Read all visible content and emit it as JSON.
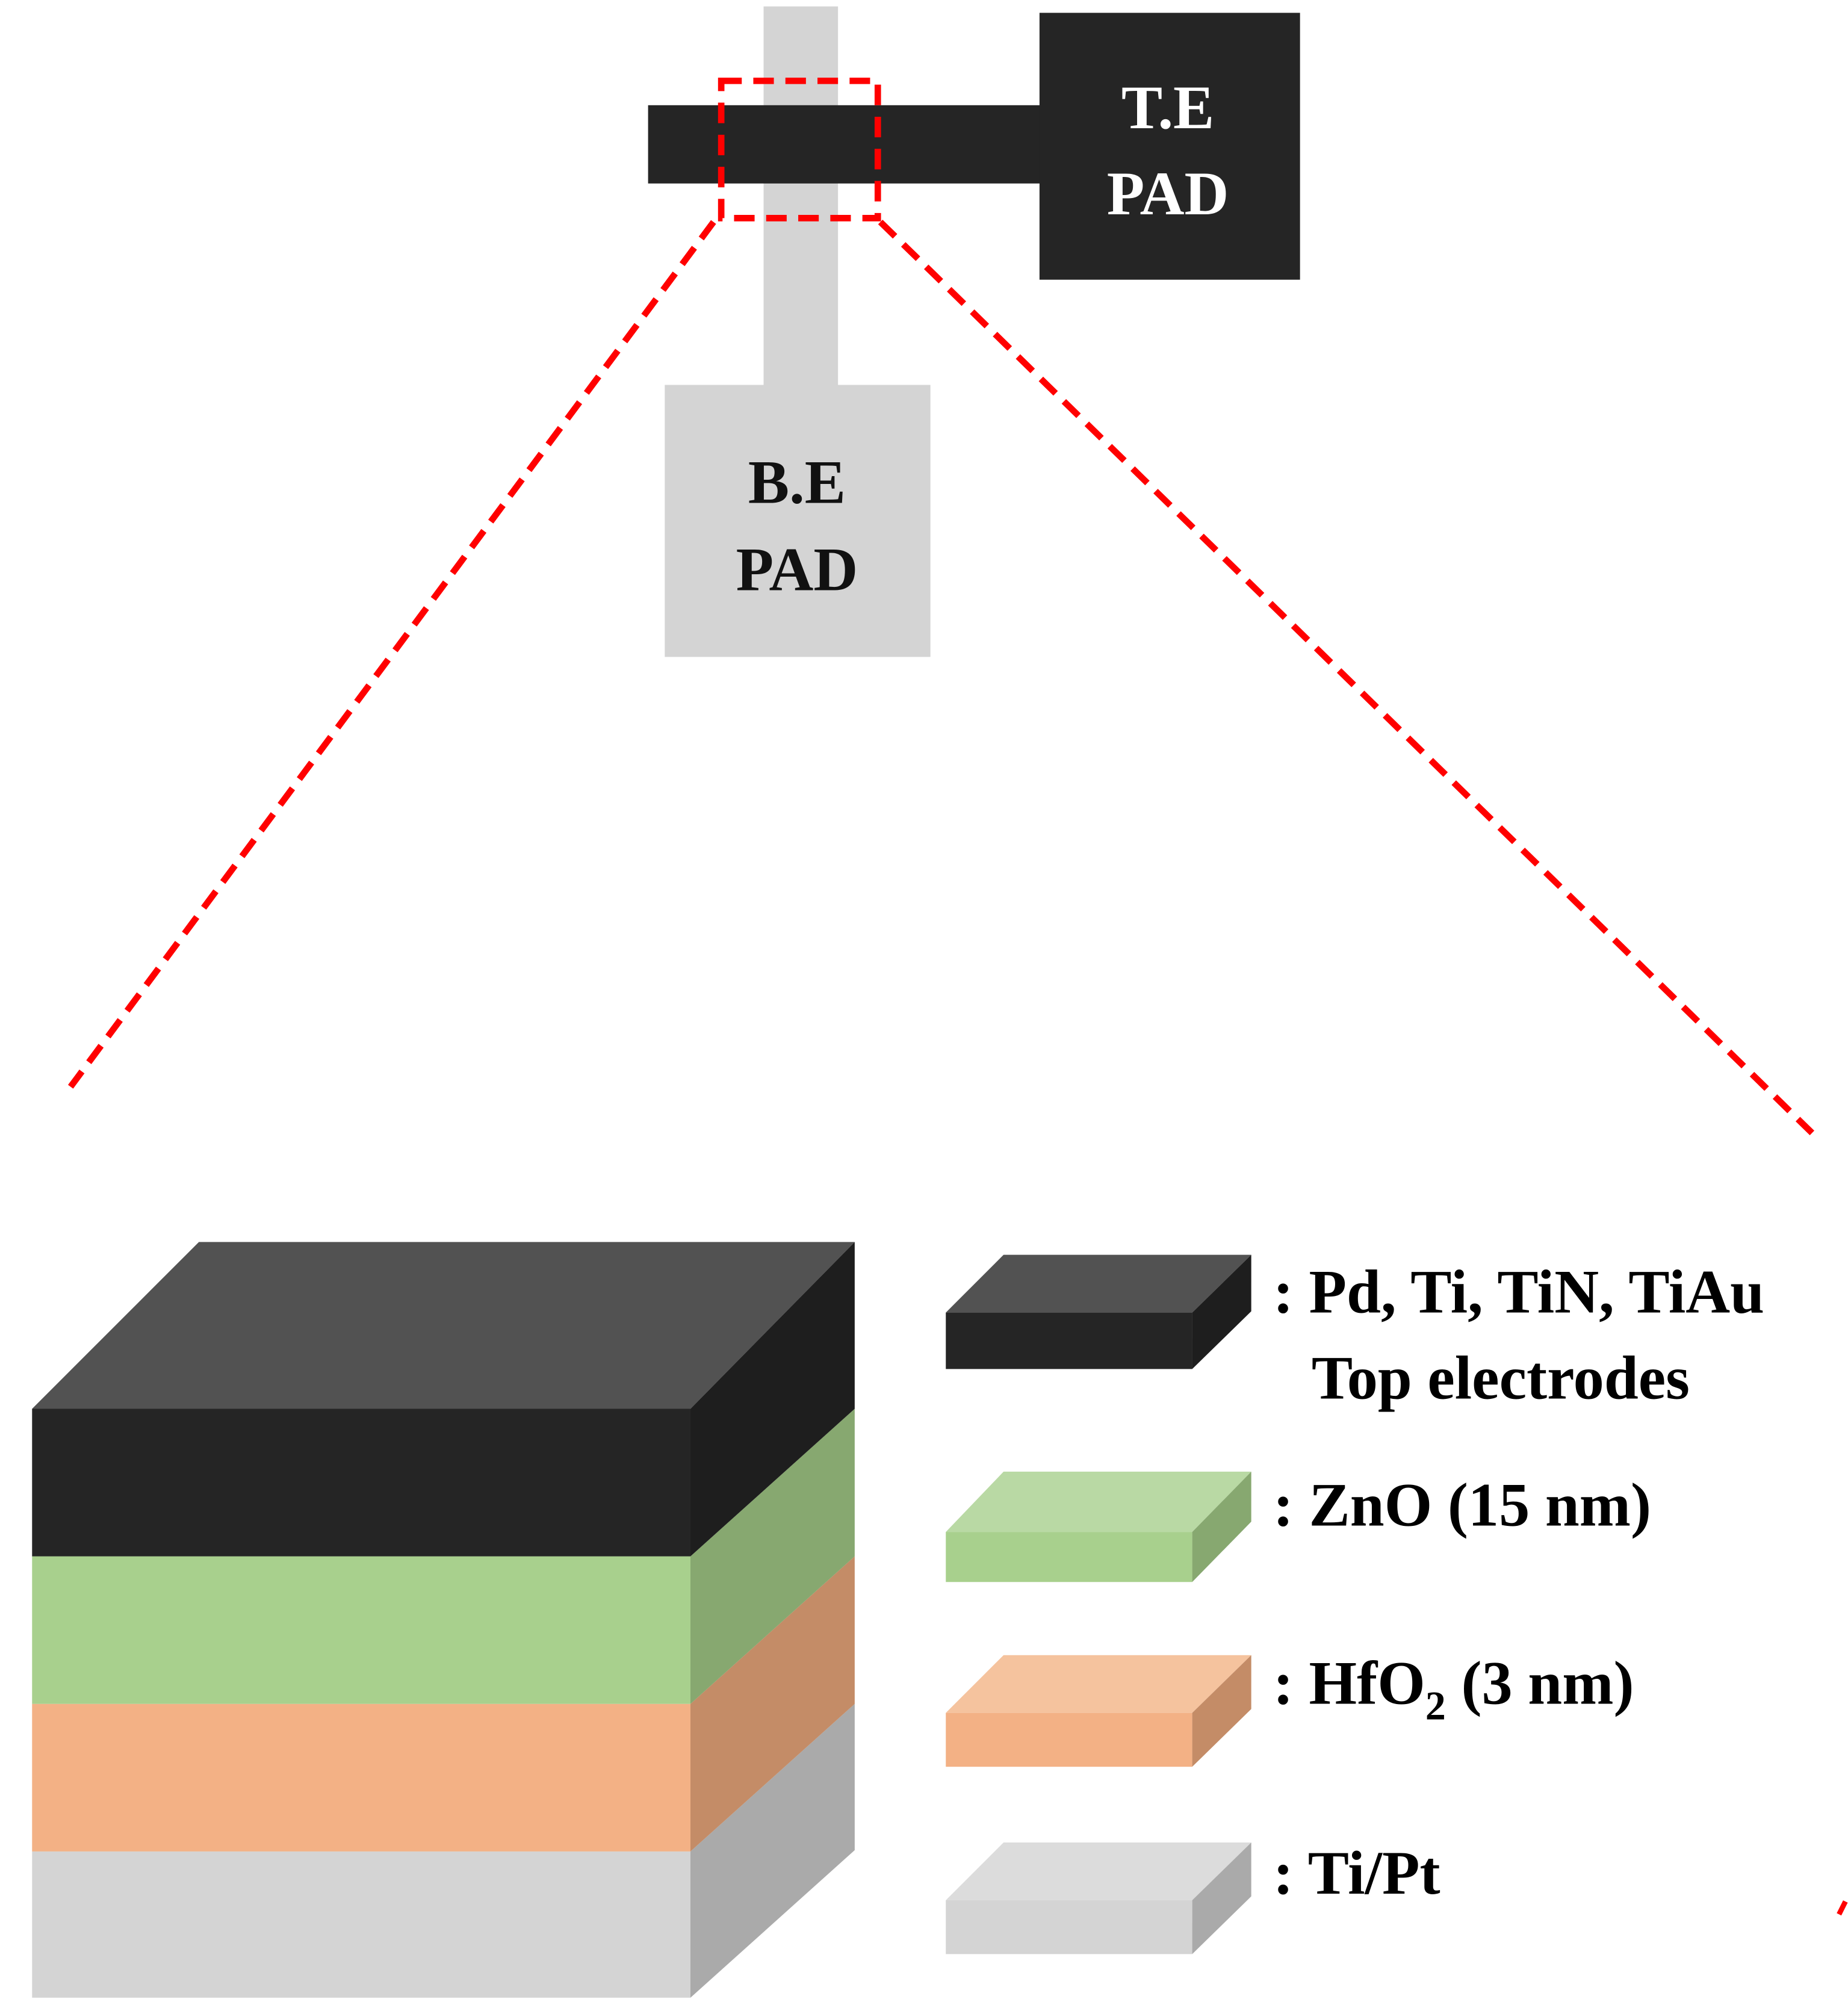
{
  "device_top_view": {
    "top_electrode_pad": {
      "line1": "T.E",
      "line2": "PAD"
    },
    "bottom_electrode_pad": {
      "line1": "B.E",
      "line2": "PAD"
    }
  },
  "colors": {
    "top_electrode": "#252525",
    "top_electrode_top": "#525252",
    "top_electrode_side": "#1e1e1e",
    "zno": "#a8d08d",
    "zno_top": "#b9d9a4",
    "zno_side": "#87a870",
    "hfo2": "#f3b185",
    "hfo2_top": "#f5c39e",
    "hfo2_side": "#c48c67",
    "tipt": "#d4d4d4",
    "tipt_top": "#dcdcdc",
    "tipt_side": "#aaaaaa",
    "zoom_outline": "#ff0000",
    "bottom_electrode": "#d4d4d4"
  },
  "legend": [
    {
      "line1": ": Pd, Ti, TiN, TiAu",
      "line2": "Top electrodes"
    },
    {
      "line1": ": ZnO (15 nm)"
    },
    {
      "prefix": ": HfO",
      "subscript": "2",
      "suffix": " (3 nm)"
    },
    {
      "line1": ": Ti/Pt"
    }
  ]
}
